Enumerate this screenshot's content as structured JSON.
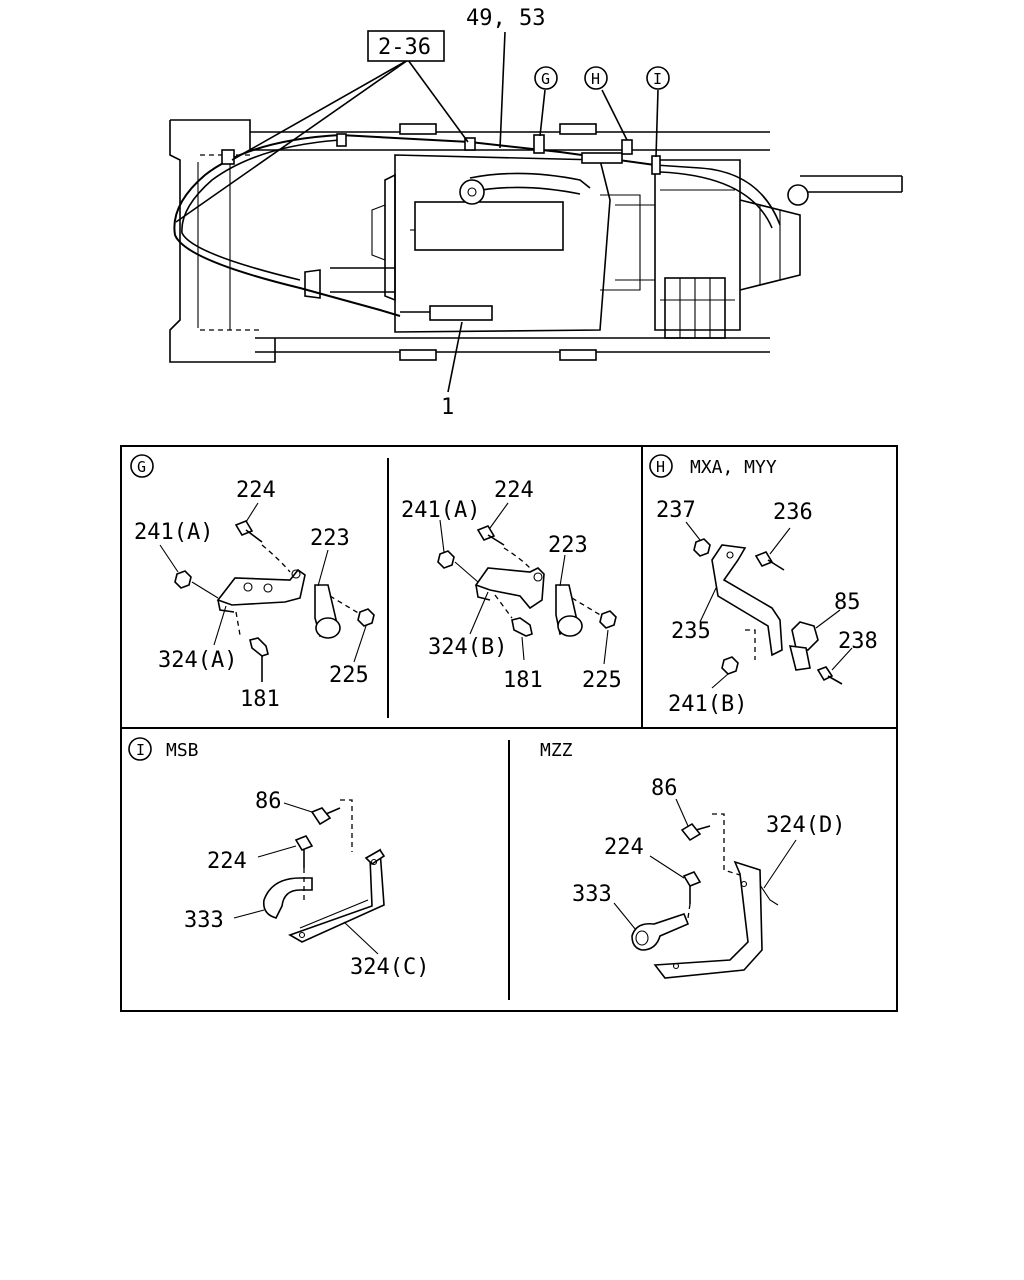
{
  "overview": {
    "top_callout": "49, 53",
    "ref_box": "2-36",
    "bottom_callout": "1",
    "markers": {
      "g": "G",
      "h": "H",
      "i": "I"
    }
  },
  "panel_g1": {
    "marker": "G",
    "labels": {
      "p224": "224",
      "p241a": "241(A)",
      "p223": "223",
      "p324a": "324(A)",
      "p225": "225",
      "p181": "181"
    }
  },
  "panel_g2": {
    "labels": {
      "p241a": "241(A)",
      "p224": "224",
      "p223": "223",
      "p324b": "324(B)",
      "p181": "181",
      "p225": "225"
    }
  },
  "panel_h": {
    "marker": "H",
    "title": "MXA, MYY",
    "labels": {
      "p237": "237",
      "p236": "236",
      "p85": "85",
      "p235": "235",
      "p238": "238",
      "p241b": "241(B)"
    }
  },
  "panel_i1": {
    "marker": "I",
    "title": "MSB",
    "labels": {
      "p86": "86",
      "p224": "224",
      "p333": "333",
      "p324c": "324(C)"
    }
  },
  "panel_i2": {
    "title": "MZZ",
    "labels": {
      "p86": "86",
      "p324d": "324(D)",
      "p224": "224",
      "p333": "333"
    }
  }
}
